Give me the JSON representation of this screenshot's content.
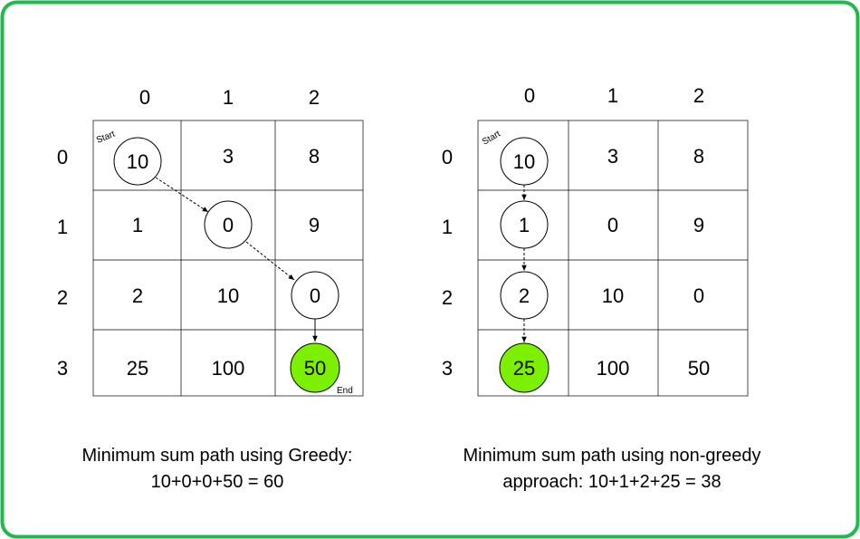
{
  "grids": [
    {
      "col_headers": [
        "0",
        "1",
        "2"
      ],
      "row_headers": [
        "0",
        "1",
        "2",
        "3"
      ],
      "cells": [
        [
          "10",
          "3",
          "8"
        ],
        [
          "1",
          "0",
          "9"
        ],
        [
          "2",
          "10",
          "0"
        ],
        [
          "25",
          "100",
          "50"
        ]
      ],
      "start_label": "Start",
      "end_label": "End",
      "caption_line1": "Minimum sum path using Greedy:",
      "caption_line2": "10+0+0+50 = 60"
    },
    {
      "col_headers": [
        "0",
        "1",
        "2"
      ],
      "row_headers": [
        "0",
        "1",
        "2",
        "3"
      ],
      "cells": [
        [
          "10",
          "3",
          "8"
        ],
        [
          "1",
          "0",
          "9"
        ],
        [
          "2",
          "10",
          "0"
        ],
        [
          "25",
          "100",
          "50"
        ]
      ],
      "start_label": "Start",
      "caption_line1": "Minimum sum path using non-greedy",
      "caption_line2": "approach: 10+1+2+25 = 38"
    }
  ],
  "colors": {
    "border": "#22b94c",
    "end_fill": "#7cf000",
    "grid_line": "#000000"
  }
}
